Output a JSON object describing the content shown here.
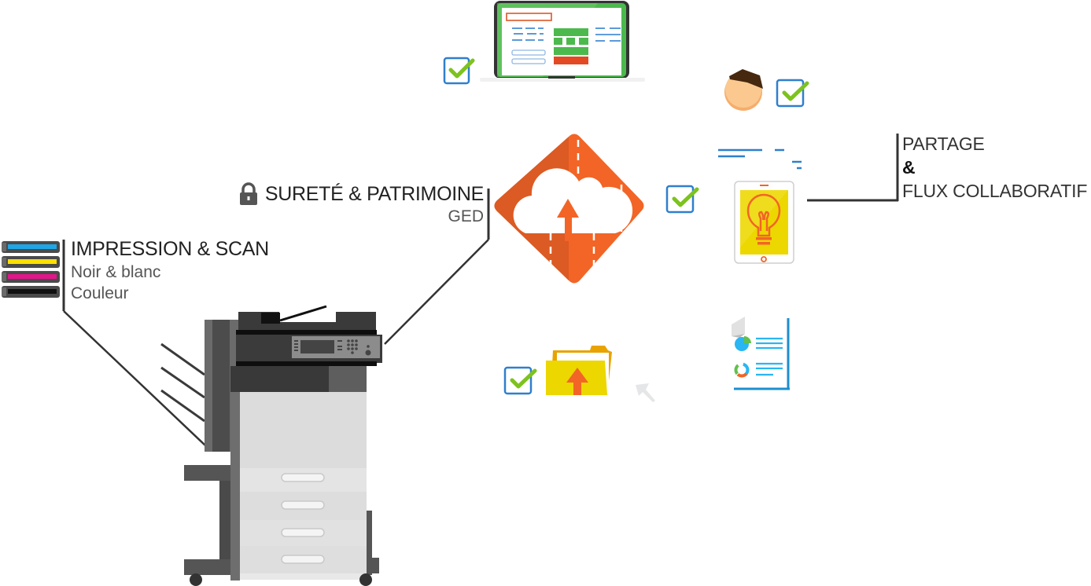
{
  "colors": {
    "accent_orange": "#f26526",
    "accent_orange_dark": "#dc5a23",
    "check_green": "#7dc21e",
    "check_box_blue": "#2f7fcd",
    "line_dark": "#333333",
    "laptop_green": "#4cb94d",
    "folder_yellow": "#ecd700",
    "tablet_yellow": "#ecd700"
  },
  "labels": {
    "impression": {
      "title": "IMPRESSION & SCAN",
      "lines": [
        "Noir & blanc",
        "Couleur"
      ]
    },
    "surete": {
      "title": "SURETÉ & PATRIMOINE",
      "sub": "GED",
      "icon": "lock-icon"
    },
    "partage": {
      "lines": [
        "PARTAGE",
        "&",
        "FLUX COLLABORATIF"
      ]
    }
  },
  "toners": [
    {
      "name": "cyan",
      "color": "#1fa6e6"
    },
    {
      "name": "yellow",
      "color": "#ffe000"
    },
    {
      "name": "magenta",
      "color": "#e3158a"
    },
    {
      "name": "black",
      "color": "#111111"
    }
  ],
  "icons": {
    "cloud": "cloud-upload-icon",
    "laptop": "laptop-icon",
    "user": "user-avatar-icon",
    "tablet": "tablet-lightbulb-icon",
    "folder": "folder-upload-icon",
    "report": "report-document-icon",
    "printer": "multifunction-printer-icon",
    "checks": [
      "laptop-check",
      "user-check",
      "tablet-check",
      "folder-check"
    ]
  }
}
